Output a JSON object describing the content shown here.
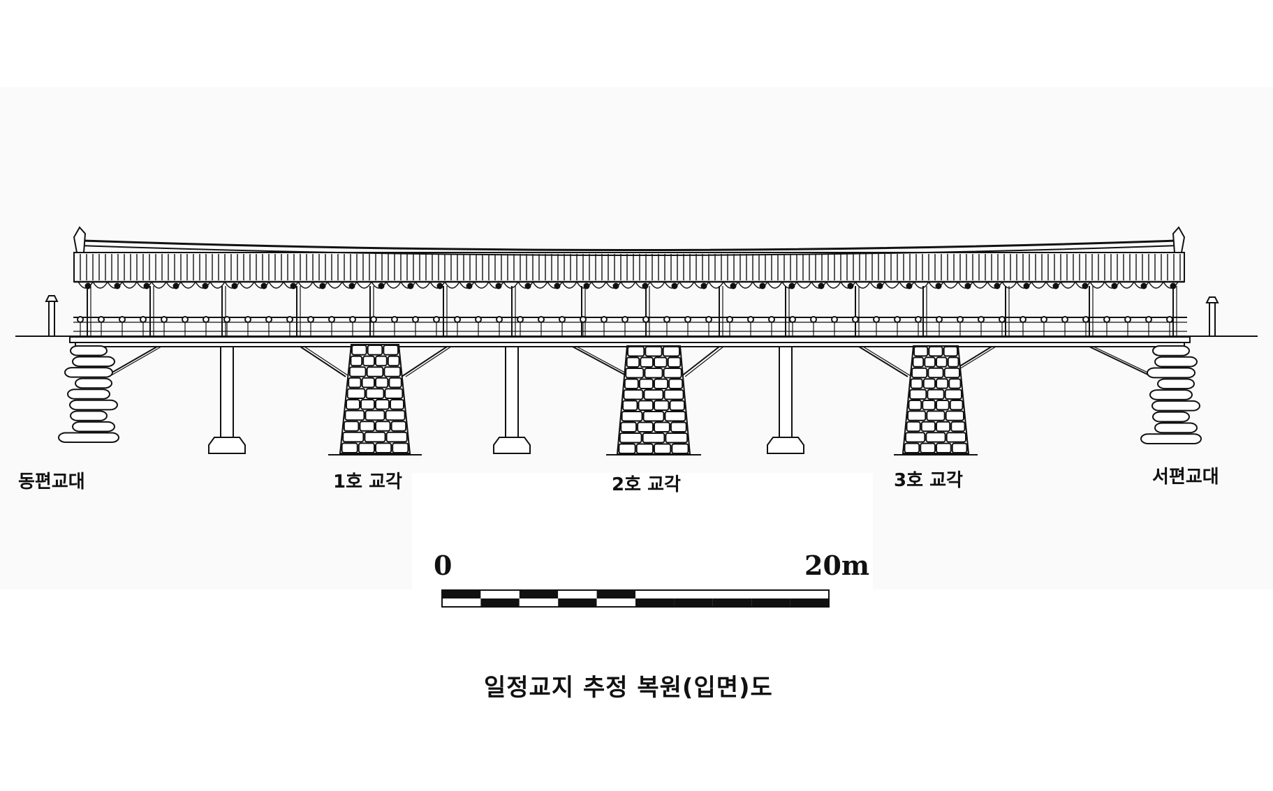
{
  "labels": {
    "east_abutment": "동편교대",
    "pier_1": "1호 교각",
    "pier_2": "2호 교각",
    "pier_3": "3호 교각",
    "west_abutment": "서편교대"
  },
  "scale_bar": {
    "start_label": "0",
    "end_label": "20m",
    "segments": 10
  },
  "caption": "일정교지 추정 복원(입면)도",
  "colors": {
    "ink": "#111111",
    "paper": "#ffffff",
    "band": "#fafafa"
  }
}
